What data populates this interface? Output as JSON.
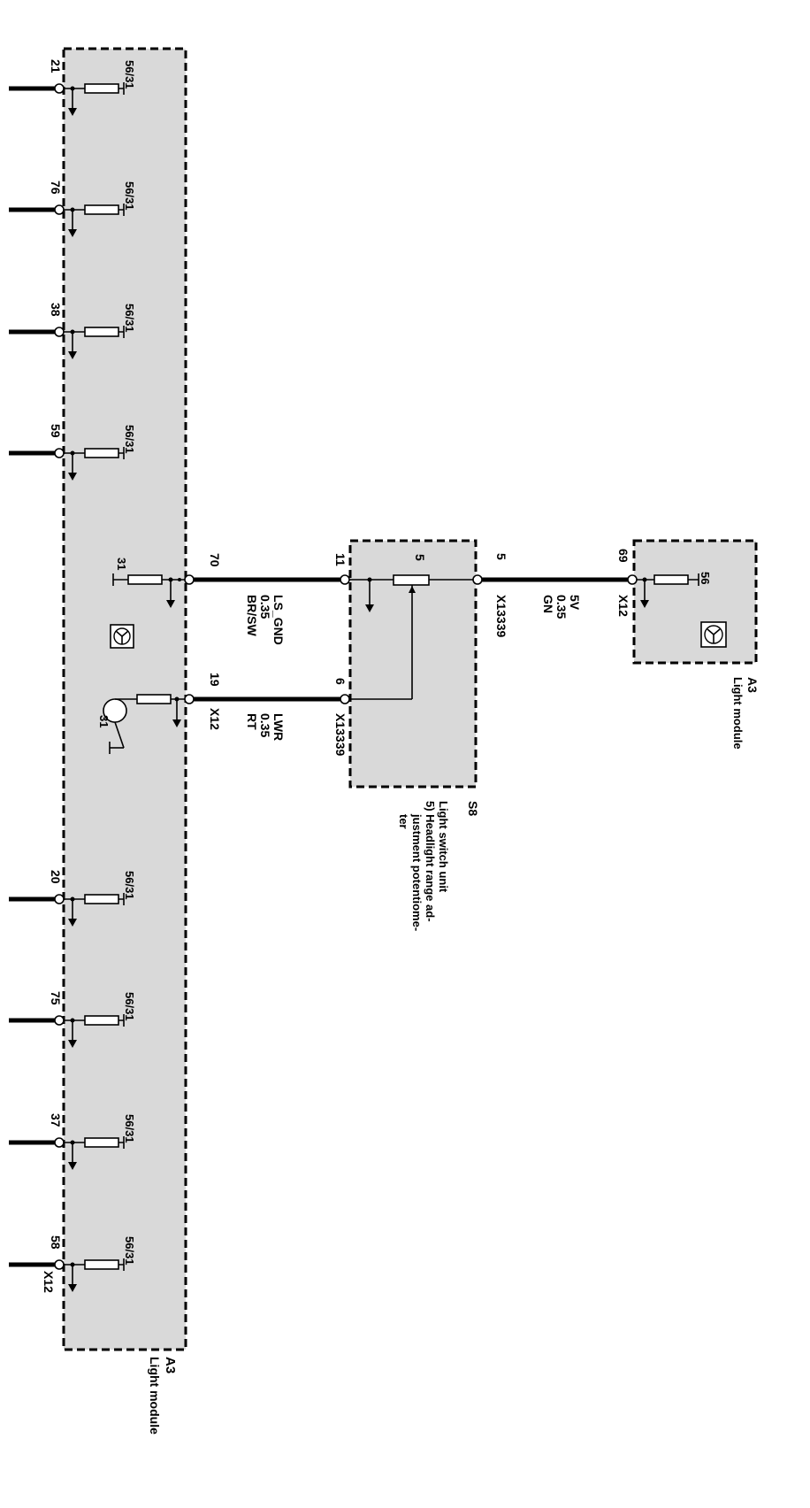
{
  "components": {
    "a3_main": {
      "code": "A3",
      "name": "Light module"
    },
    "a3_small": {
      "code": "A3",
      "name": "Light module"
    },
    "s8": {
      "code": "S8",
      "lines": [
        "Light switch unit",
        "5) Headlight range ad-",
        "justment potentiome-",
        "ter"
      ]
    }
  },
  "connectors": {
    "x12": "X12",
    "x13339": "X13339"
  },
  "outputs": [
    {
      "pin": "21",
      "terminal": "56/31"
    },
    {
      "pin": "76",
      "terminal": "56/31"
    },
    {
      "pin": "38",
      "terminal": "56/31"
    },
    {
      "pin": "59",
      "terminal": "56/31"
    },
    {
      "pin": "20",
      "terminal": "56/31"
    },
    {
      "pin": "75",
      "terminal": "56/31"
    },
    {
      "pin": "37",
      "terminal": "56/31"
    },
    {
      "pin": "58",
      "terminal": "56/31"
    }
  ],
  "ground_labels": {
    "g1": "31",
    "g2": "31"
  },
  "pot_pin": "5",
  "small_module_terminal": "56",
  "wires": [
    {
      "id": "ls-gnd",
      "pin_a3": "70",
      "pin_s8": "11",
      "signal": "LS_GND",
      "size": "0.35",
      "color": "BR/SW"
    },
    {
      "id": "lwr",
      "pin_a3": "19",
      "pin_s8": "6",
      "signal": "LWR",
      "size": "0.35",
      "color": "RT"
    },
    {
      "id": "5v",
      "pin_s8": "5",
      "pin_a3": "69",
      "signal": "5V",
      "size": "0.35",
      "color": "GN"
    }
  ]
}
